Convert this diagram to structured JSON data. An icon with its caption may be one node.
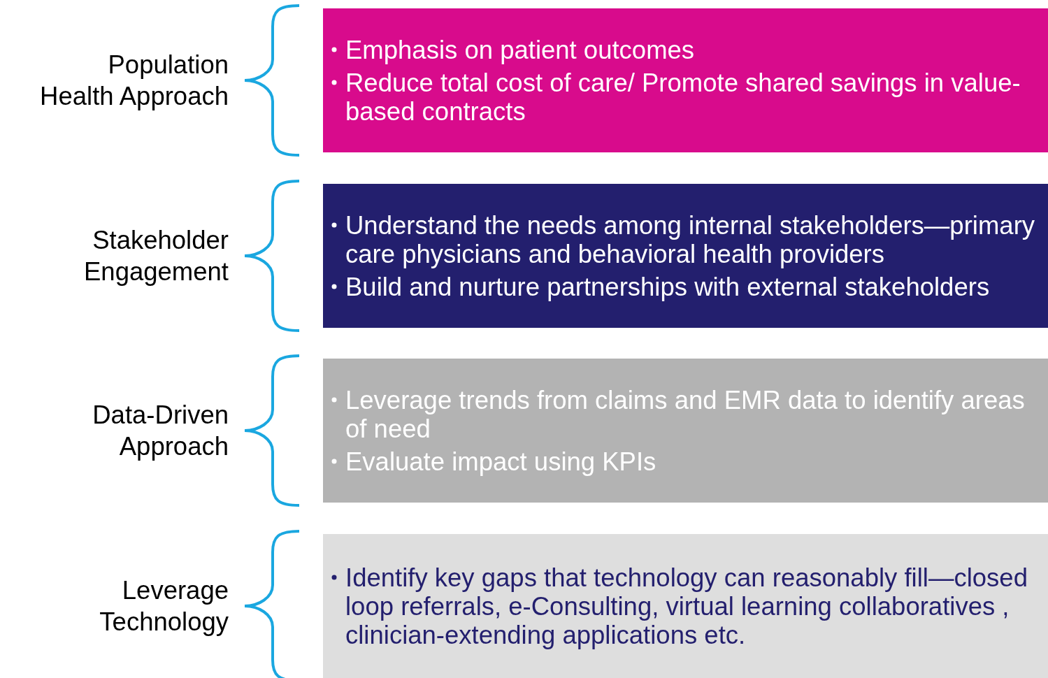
{
  "diagram": {
    "nodes": [
      {
        "text": [
          "Emphasis on patient outcomes",
          "Reduce total cost of care/ Promote shared savings in value-based contracts"
        ]
      },
      {
        "text": [
          "Understand the needs among internal stakeholders—primary care physicians and behavioral health providers",
          "Build and nurture partnerships with external stakeholders"
        ]
      },
      {
        "text": [
          "Leverage trends from claims and EMR data to identify areas of need",
          "Evaluate impact using KPIs"
        ]
      },
      {
        "text": [
          "Identify key gaps that technology can reasonably fill—closed loop referrals, e-Consulting, virtual learning collaboratives , clinician-extending applications etc."
        ]
      }
    ],
    "labels": [
      "Population Health Approach",
      "Stakeholder Engagement",
      "Data-Driven Approach",
      "Leverage Technology"
    ]
  }
}
